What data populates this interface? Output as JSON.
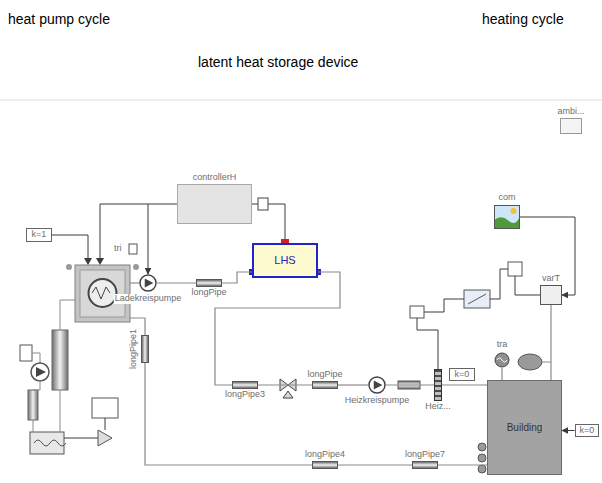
{
  "diagram": {
    "nodes": [
      {
        "text": [
          "ambi..."
        ]
      },
      {
        "text": [
          "controllerH"
        ]
      },
      {
        "text": [
          "com"
        ]
      },
      {
        "text": [
          "k=1"
        ]
      },
      {
        "text": [
          "Ladekreispumpe"
        ]
      },
      {
        "text": [
          "longPipe"
        ]
      },
      {
        "text": [
          "LHS"
        ]
      },
      {
        "text": [
          "varT"
        ]
      },
      {
        "text": [
          "longPipe1"
        ]
      },
      {
        "text": [
          "tra"
        ]
      },
      {
        "text": [
          "k=0"
        ]
      },
      {
        "text": [
          "longPipe3"
        ]
      },
      {
        "text": [
          "longPipe"
        ]
      },
      {
        "text": [
          "Heizkreispumpe"
        ]
      },
      {
        "text": [
          "Heiz..."
        ]
      },
      {
        "text": [
          "Building"
        ]
      },
      {
        "text": [
          "k=0"
        ]
      },
      {
        "text": [
          "longPipe4"
        ]
      },
      {
        "text": [
          "longPipe7"
        ]
      }
    ],
    "edges": [
      {
        "from": 1,
        "to": 4,
        "arrow": "to"
      },
      {
        "from": 4,
        "to": 5,
        "arrow": "none"
      },
      {
        "from": 5,
        "to": 6,
        "arrow": "none"
      },
      {
        "from": 6,
        "to": 11,
        "arrow": "none"
      },
      {
        "from": 11,
        "to": 12,
        "arrow": "none"
      },
      {
        "from": 12,
        "to": 13,
        "arrow": "none"
      },
      {
        "from": 13,
        "to": 14,
        "arrow": "none"
      },
      {
        "from": 14,
        "to": 15,
        "arrow": "none"
      },
      {
        "from": 15,
        "to": 18,
        "arrow": "none"
      },
      {
        "from": 18,
        "to": 17,
        "arrow": "none"
      },
      {
        "from": 17,
        "to": 8,
        "arrow": "none"
      },
      {
        "from": 2,
        "to": 7,
        "arrow": "to"
      },
      {
        "from": 7,
        "to": 15,
        "arrow": "none"
      },
      {
        "from": 9,
        "to": 15,
        "arrow": "none"
      },
      {
        "from": 16,
        "to": 15,
        "arrow": "to"
      }
    ],
    "labels": [
      "heat pump cycle",
      "heating cycle",
      "latent heat storage device",
      "tri"
    ]
  }
}
